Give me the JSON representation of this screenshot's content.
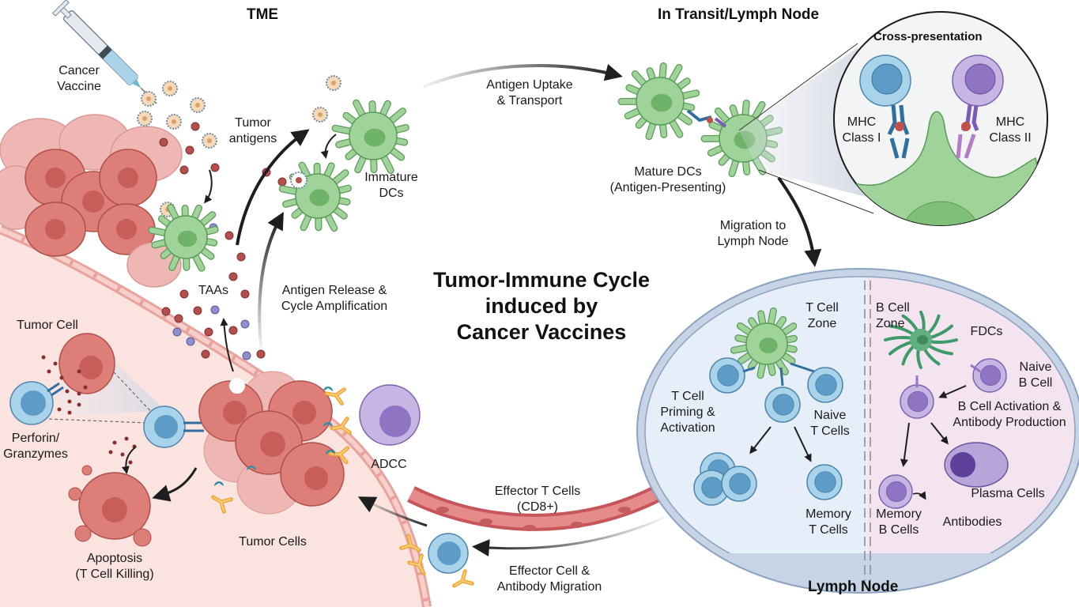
{
  "title": "Tumor-Immune Cycle\ninduced by\nCancer Vaccines",
  "headers": {
    "tme": "TME",
    "transit": "In Transit/Lymph Node",
    "lymph_node": "Lymph Node"
  },
  "colors": {
    "tumor": "#d9736f",
    "tumor_light": "#efb7b3",
    "tissue_bg": "#fbe3e0",
    "dendritic_cell": "#9fd39a",
    "t_cell": "#7fb8da",
    "b_cell": "#a894d4",
    "antibody": "#f0a93a",
    "t_zone_bg": "#e6eff9",
    "b_zone_bg": "#f4e4f0",
    "vessel": "#c0424a"
  },
  "labels": {
    "cancer_vaccine": "Cancer\nVaccine",
    "tumor_antigens": "Tumor\nantigens",
    "immature_dcs": "Immature\nDCs",
    "antigen_uptake": "Antigen Uptake\n& Transport",
    "mature_dcs": "Mature DCs\n(Antigen-Presenting)",
    "migration": "Migration to\nLymph Node",
    "taas": "TAAs",
    "antigen_release": "Antigen Release &\nCycle Amplification",
    "tumor_cell": "Tumor Cell",
    "perforin": "Perforin/\nGranzymes",
    "apoptosis": "Apoptosis\n(T Cell Killing)",
    "tumor_cells": "Tumor Cells",
    "adcc": "ADCC",
    "effector_t": "Effector T Cells\n(CD8+)",
    "effector_migration": "Effector Cell &\nAntibody Migration"
  },
  "cross_presentation": {
    "title": "Cross-presentation",
    "mhc1": "MHC\nClass I",
    "mhc2": "MHC\nClass II"
  },
  "lymph": {
    "t_zone": "T Cell\nZone",
    "t_priming": "T Cell\nPriming &\nActivation",
    "naive_t": "Naive\nT Cells",
    "memory_t": "Memory\nT Cells",
    "b_zone": "B Cell\nZone",
    "fdcs": "FDCs",
    "naive_b": "Naive\nB Cell",
    "b_activation": "B Cell Activation &\nAntibody Production",
    "plasma": "Plasma Cells",
    "memory_b": "Memory\nB Cells",
    "antibodies": "Antibodies"
  }
}
